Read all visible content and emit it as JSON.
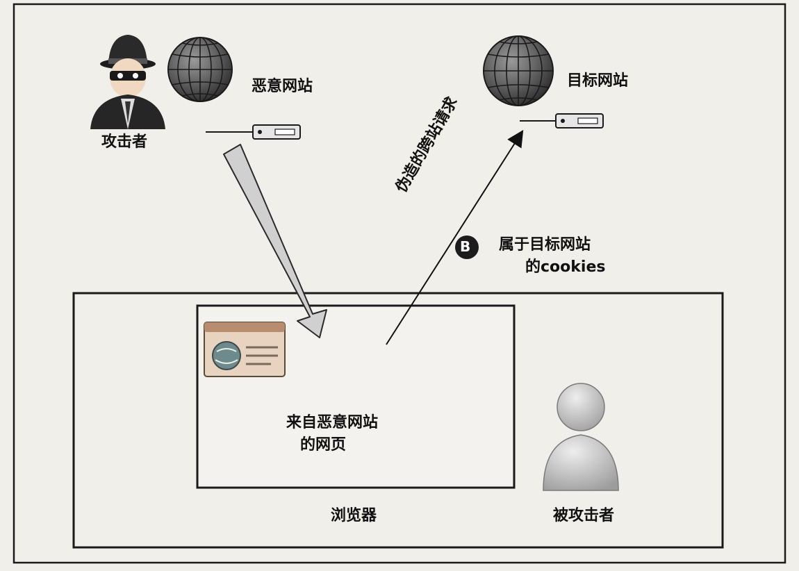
{
  "labels": {
    "attacker": "攻击者",
    "malicious_site": "恶意网站",
    "target_site": "目标网站",
    "forged_request": "伪造的跨站请求",
    "badge": "B",
    "cookies_line1": "属于目标网站",
    "cookies_line2": "的cookies",
    "page_line1": "来自恶意网站",
    "page_line2": "的网页",
    "browser": "浏览器",
    "victim": "被攻击者"
  },
  "colors": {
    "frame": "#1a1a1a",
    "page_bg": "#f1efea",
    "globe_dark": "#3a3a3a",
    "arrow_fill": "#cfcfcf",
    "person_fill": "#bdbdbd"
  },
  "icons": {
    "attacker": "masked-hacker-icon",
    "globe": "globe-icon",
    "server": "server-icon",
    "webpage": "webpage-icon",
    "victim": "user-silhouette-icon"
  }
}
